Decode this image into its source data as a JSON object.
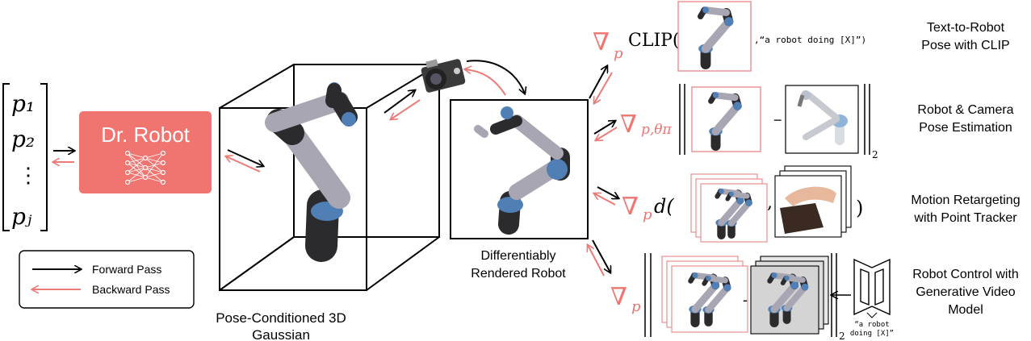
{
  "pose_vector": {
    "p1": "p₁",
    "p2": "p₂",
    "dots": "⋮",
    "pJ": "pⱼ"
  },
  "dr_robot": {
    "title": "Dr. Robot"
  },
  "legend": {
    "forward": "Forward Pass",
    "backward": "Backward Pass"
  },
  "gaussian_caption": {
    "line1": "Pose-Conditioned 3D",
    "line2": "Gaussian"
  },
  "rendered_caption": {
    "line1": "Differentiably",
    "line2": "Rendered Robot"
  },
  "apps": {
    "clip": {
      "grad": "∇",
      "sub": "p",
      "func": "CLIP(",
      "prompt": ",“a robot doing [X]”)",
      "label1": "Text-to-Robot",
      "label2": "Pose with CLIP"
    },
    "pose": {
      "grad": "∇",
      "sub": "p,θπ",
      "minus": "−",
      "norm_sub": "2",
      "label1": "Robot & Camera",
      "label2": "Pose Estimation"
    },
    "motion": {
      "grad": "∇",
      "sub": "p",
      "func": "d(",
      "comma": ",",
      "close": ")",
      "label1": "Motion Retargeting",
      "label2": "with Point Tracker"
    },
    "control": {
      "grad": "∇",
      "sub": "p",
      "minus": "-",
      "norm_sub": "2",
      "prompt1": "“a robot",
      "prompt2": "doing [X]”",
      "label1": "Robot Control with",
      "label2": "Generative Video",
      "label3": "Model"
    }
  },
  "colors": {
    "accent": "#f07470",
    "salmon_arrow": "#ec7a76",
    "frame_pink": "#e89090",
    "robot_gray": "#a9a6b3",
    "robot_dark": "#2b2b2e",
    "robot_blue": "#4f7fb5"
  }
}
